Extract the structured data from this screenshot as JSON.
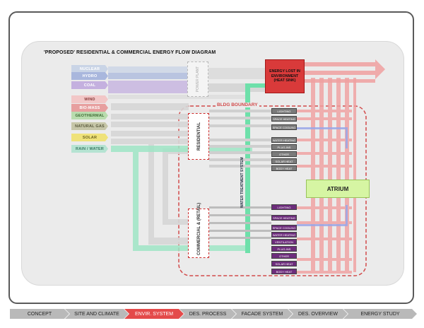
{
  "title": "'PROPOSED' RESIDENTIAL & COMMERCIAL ENERGY FLOW DIAGRAM",
  "sources": [
    {
      "label": "NUCLEAR",
      "color": "#c9d4e6"
    },
    {
      "label": "HYDRO",
      "color": "#a9b7dd"
    },
    {
      "label": "COAL",
      "color": "#c4b0df"
    },
    {
      "label": "WIND",
      "color": "#f2c7c7"
    },
    {
      "label": "BIO-MASS",
      "color": "#e79f9f"
    },
    {
      "label": "GEOTHERMAL",
      "color": "#b9dcae"
    },
    {
      "label": "NATURAL GAS",
      "color": "#c6c6a8"
    },
    {
      "label": "SOLAR",
      "color": "#efe27a"
    },
    {
      "label": "RAIN / WATER",
      "color": "#b5e3d2"
    }
  ],
  "power_plant_label": "POWER PLANT",
  "energy_lost_label": "ENERGY LOST IN ENVIRONMENT (HEAT SINK)",
  "bldg_boundary_label": "BLDG BOUNDARY",
  "residential_label": "RESIDENTIAL",
  "commercial_label": "COMMERCIAL & (RETAIL)",
  "water_treatment_label": "WATER TREATMENT SYSTEM",
  "atrium_label": "ATRIUM",
  "residential_endpoints": [
    "LIGHTING",
    "SPACE HEATING",
    "SPACE COOLING",
    "WATER HEATING",
    "PLUG-INS",
    "OTHER",
    "SOLAR HEAT",
    "BODY HEAT"
  ],
  "commercial_endpoints": [
    "LIGHTING",
    "SPACE HEATING",
    "SPACE COOLING",
    "WATER HEATING",
    "VENTILATION",
    "PLUG-INS",
    "OTHER",
    "SOLAR HEAT",
    "BODY HEAT"
  ],
  "nav": [
    "CONCEPT",
    "SITE AND CLIMATE",
    "ENVIR. SYSTEM",
    "DES. PROCESS",
    "FACADE SYSTEM",
    "DES. OVERVIEW",
    "ENERGY STUDY"
  ],
  "nav_active": "ENVIR. SYSTEM",
  "colors": {
    "accent": "#e44a4a",
    "water": "#7fe0b0",
    "residential_box": "#7b7b7b",
    "commercial_box": "#6d2d7c"
  }
}
